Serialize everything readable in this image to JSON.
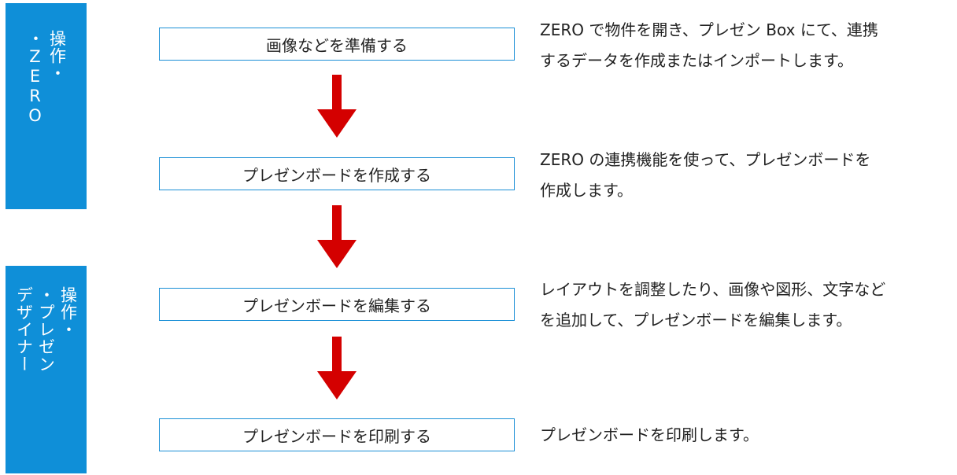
{
  "colors": {
    "panel": "#0f8fd8",
    "box_border": "#1a8fd6",
    "arrow": "#d40000"
  },
  "side_panels": [
    {
      "columns": [
        "・ZERO",
        "操作・"
      ]
    },
    {
      "columns": [
        "デザイナー",
        "・プレゼン",
        "操作・"
      ]
    }
  ],
  "steps": [
    {
      "label": "画像などを準備する",
      "description": [
        "ZERO で物件を開き、プレゼン Box にて、連携",
        "するデータを作成またはインポートします。"
      ]
    },
    {
      "label": "プレゼンボードを作成する",
      "description": [
        "ZERO の連携機能を使って、プレゼンボードを",
        "作成します。"
      ]
    },
    {
      "label": "プレゼンボードを編集する",
      "description": [
        "レイアウトを調整したり、画像や図形、文字など",
        "を追加して、プレゼンボードを編集します。"
      ]
    },
    {
      "label": "プレゼンボードを印刷する",
      "description": [
        "プレゼンボードを印刷します。"
      ]
    }
  ],
  "arrows": [
    "down-arrow-icon",
    "down-arrow-icon",
    "down-arrow-icon"
  ]
}
